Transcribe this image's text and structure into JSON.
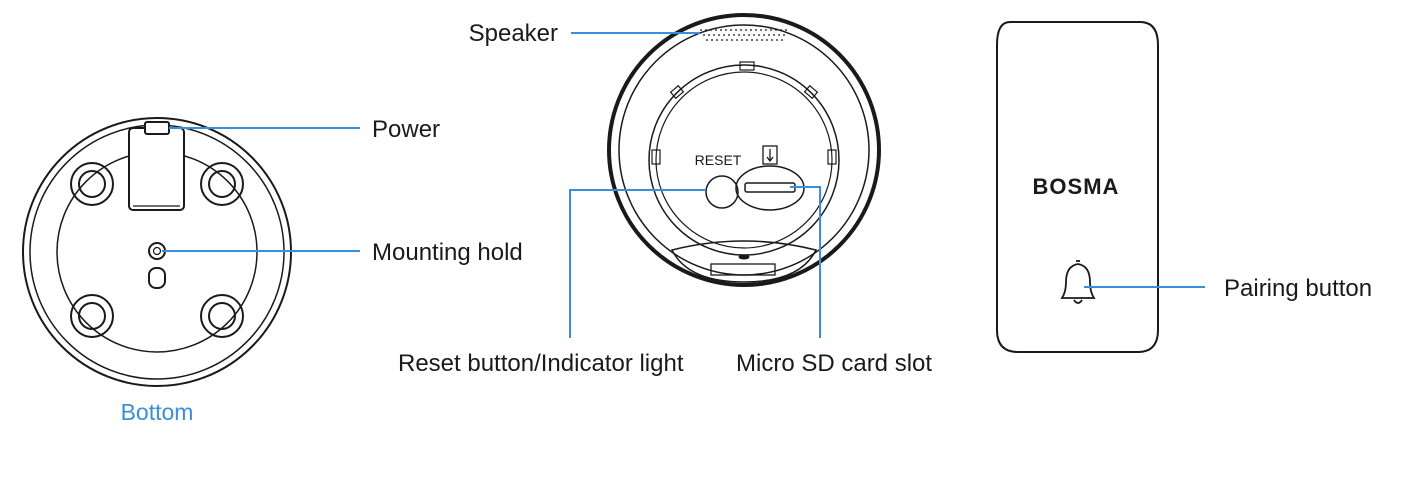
{
  "colors": {
    "leader": "#3a8fd8",
    "outline": "#1a1a1a",
    "caption": "#3a8fd8"
  },
  "bottom_view": {
    "caption": "Bottom",
    "labels": {
      "power": "Power",
      "mounting": "Mounting hold"
    }
  },
  "doorbell_back": {
    "labels": {
      "speaker": "Speaker",
      "reset": "Reset button/Indicator light",
      "sd": "Micro SD card slot"
    },
    "printed": {
      "reset": "RESET"
    }
  },
  "chime": {
    "brand": "BOSMA",
    "labels": {
      "pairing": "Pairing button"
    },
    "icon": "bell-icon"
  }
}
